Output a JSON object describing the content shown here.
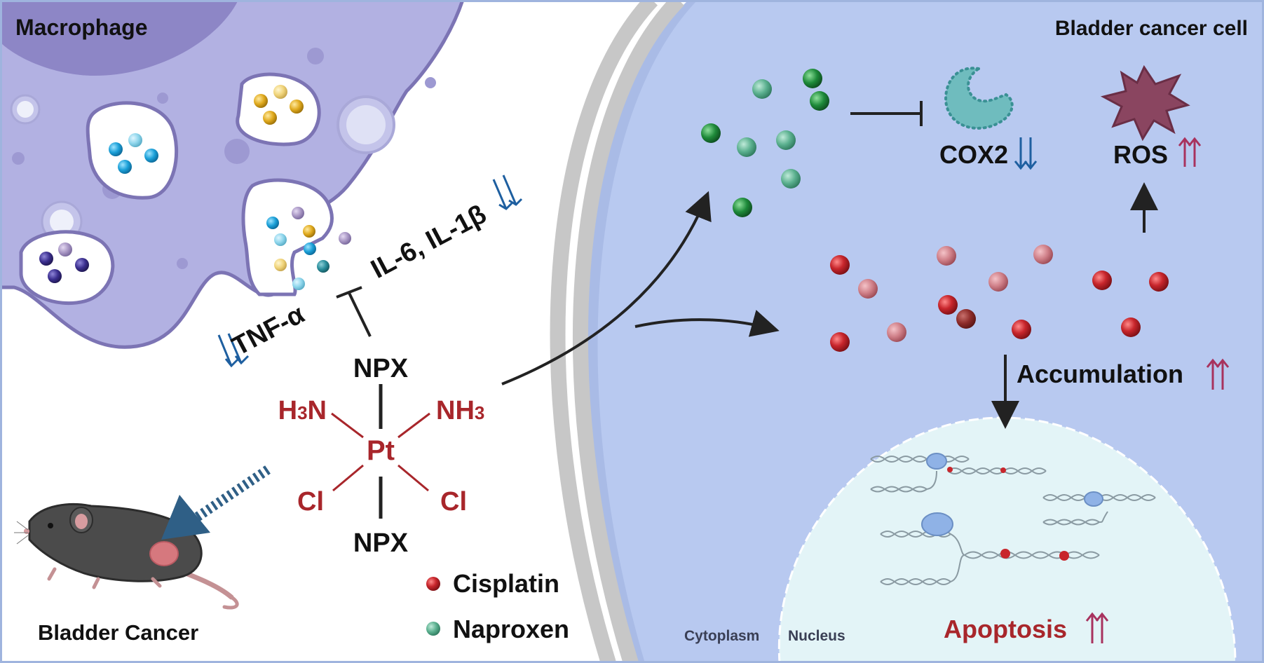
{
  "labels": {
    "macrophage": "Macrophage",
    "bladder_cancer_cell": "Bladder cancer cell",
    "bladder_cancer": "Bladder Cancer",
    "tnf": "TNF-α",
    "il": "IL-6, IL-1β",
    "cox2": "COX2",
    "ros": "ROS",
    "accumulation": "Accumulation",
    "apoptosis": "Apoptosis",
    "cytoplasm": "Cytoplasm",
    "nucleus": "Nucleus"
  },
  "molecule": {
    "center": "Pt",
    "top": "NPX",
    "bottom": "NPX",
    "left_top": "H",
    "left_top_sub": "3",
    "left_top_end": "N",
    "right_top": "NH",
    "right_top_sub": "3",
    "left_bottom": "Cl",
    "right_bottom": "Cl"
  },
  "legend": [
    {
      "label": "Cisplatin",
      "color": "#b3262c"
    },
    {
      "label": "Naproxen",
      "color": "#3aa890"
    }
  ],
  "colors": {
    "up_arrow": "#a8325e",
    "down_arrow": "#1e5fa0",
    "red_text": "#a8262b",
    "cell_fill": "#b8c9f0",
    "macrophage_fill": "#b2b1e2",
    "nucleus_fill": "#e3f4f7"
  }
}
